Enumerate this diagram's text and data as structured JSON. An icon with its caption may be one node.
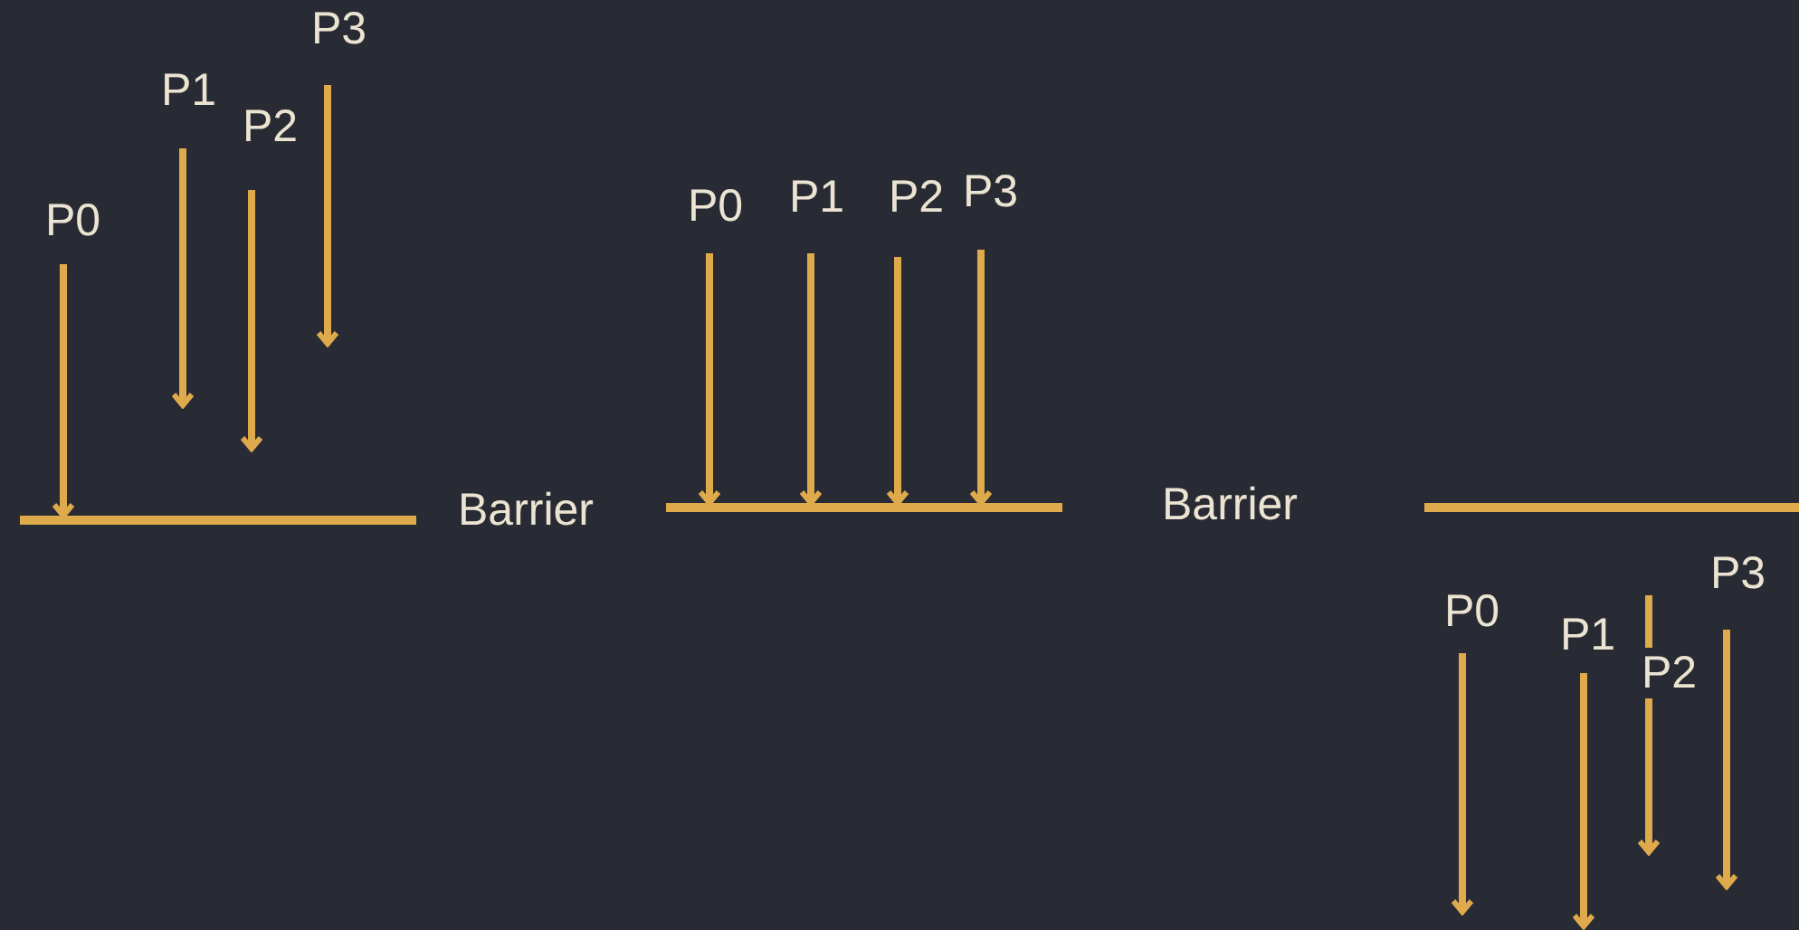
{
  "diagram": {
    "nodes": [
      {
        "text": [
          "P0"
        ]
      },
      {
        "text": [
          "P1"
        ]
      },
      {
        "text": [
          "P2"
        ]
      },
      {
        "text": [
          "P3"
        ]
      },
      {
        "text": [],
        "shape": "bar"
      },
      {
        "text": [
          "P0"
        ]
      },
      {
        "text": [
          "P1"
        ]
      },
      {
        "text": [
          "P2"
        ]
      },
      {
        "text": [
          "P3"
        ]
      },
      {
        "text": [],
        "shape": "bar"
      },
      {
        "text": [],
        "shape": "bar"
      },
      {
        "text": [
          "P0"
        ]
      },
      {
        "text": [
          "P1"
        ]
      },
      {
        "text": [
          "P2"
        ]
      },
      {
        "text": [
          "P3"
        ]
      }
    ],
    "edges": [
      {
        "from": 0,
        "to": 4,
        "arrow": "to"
      },
      {
        "from": 1,
        "to": null,
        "arrow": "to"
      },
      {
        "from": 2,
        "to": null,
        "arrow": "to"
      },
      {
        "from": 3,
        "to": null,
        "arrow": "to"
      },
      {
        "from": 5,
        "to": 9,
        "arrow": "to"
      },
      {
        "from": 6,
        "to": 9,
        "arrow": "to"
      },
      {
        "from": 7,
        "to": 9,
        "arrow": "to"
      },
      {
        "from": 8,
        "to": 9,
        "arrow": "to"
      },
      {
        "from": 11,
        "to": null,
        "arrow": "to"
      },
      {
        "from": 12,
        "to": null,
        "arrow": "to"
      },
      {
        "from": 13,
        "to": null,
        "arrow": "to"
      },
      {
        "from": 14,
        "to": null,
        "arrow": "to"
      }
    ],
    "labels": [
      "Barrier",
      "Barrier"
    ]
  }
}
